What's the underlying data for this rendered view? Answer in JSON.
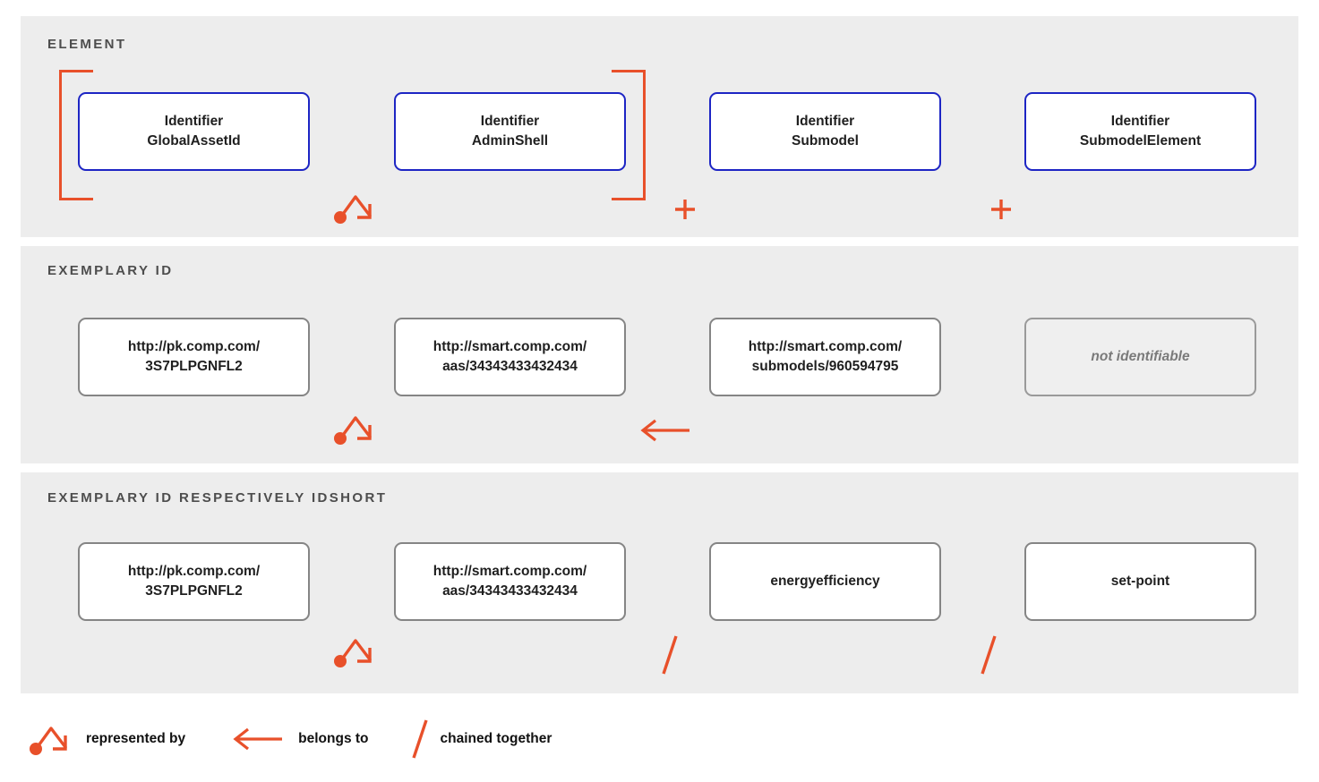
{
  "colors": {
    "accent_orange": "#e8502a",
    "box_blue": "#1d25c4",
    "box_gray": "#858585",
    "panel_bg": "#ededed",
    "page_bg": "#ffffff",
    "muted_text": "#7a7a7a"
  },
  "panels": [
    {
      "key": "element",
      "title": "ELEMENT",
      "boxes": [
        {
          "line1": "Identifier",
          "line2": "GlobalAssetId",
          "style": "blue"
        },
        {
          "line1": "Identifier",
          "line2": "AdminShell",
          "style": "blue"
        },
        {
          "line1": "Identifier",
          "line2": "Submodel",
          "style": "blue"
        },
        {
          "line1": "Identifier",
          "line2": "SubmodelElement",
          "style": "blue"
        }
      ],
      "connectors": [
        {
          "type": "represented-by",
          "after": 1
        },
        {
          "type": "plus",
          "after": 2,
          "label": "+"
        },
        {
          "type": "plus",
          "after": 3,
          "label": "+"
        }
      ],
      "brackets": [
        "left",
        "right"
      ]
    },
    {
      "key": "exemplary-id",
      "title": "EXEMPLARY ID",
      "boxes": [
        {
          "line1": "http://pk.comp.com/",
          "line2": "3S7PLPGNFL2",
          "style": "gray"
        },
        {
          "line1": "http://smart.comp.com/",
          "line2": "aas/34343433432434",
          "style": "gray"
        },
        {
          "line1": "http://smart.comp.com/",
          "line2": "submodels/960594795",
          "style": "gray"
        },
        {
          "line1": "not identifiable",
          "line2": "",
          "style": "muted"
        }
      ],
      "connectors": [
        {
          "type": "represented-by",
          "after": 1
        },
        {
          "type": "belongs-to",
          "after": 2
        }
      ],
      "brackets": []
    },
    {
      "key": "exemplary-id-idshort",
      "title": "EXEMPLARY ID RESPECTIVELY IDSHORT",
      "boxes": [
        {
          "line1": "http://pk.comp.com/",
          "line2": "3S7PLPGNFL2",
          "style": "gray"
        },
        {
          "line1": "http://smart.comp.com/",
          "line2": "aas/34343433432434",
          "style": "gray"
        },
        {
          "line1": "energyefficiency",
          "line2": "",
          "style": "gray"
        },
        {
          "line1": "set-point",
          "line2": "",
          "style": "gray"
        }
      ],
      "connectors": [
        {
          "type": "represented-by",
          "after": 1
        },
        {
          "type": "chained",
          "after": 2,
          "label": "/"
        },
        {
          "type": "chained",
          "after": 3,
          "label": "/"
        }
      ],
      "brackets": []
    }
  ],
  "legend": {
    "items": [
      {
        "icon": "represented-by-icon",
        "label": "represented by"
      },
      {
        "icon": "arrow-left-icon",
        "label": "belongs to"
      },
      {
        "icon": "slash-icon",
        "label": "chained together"
      }
    ]
  }
}
